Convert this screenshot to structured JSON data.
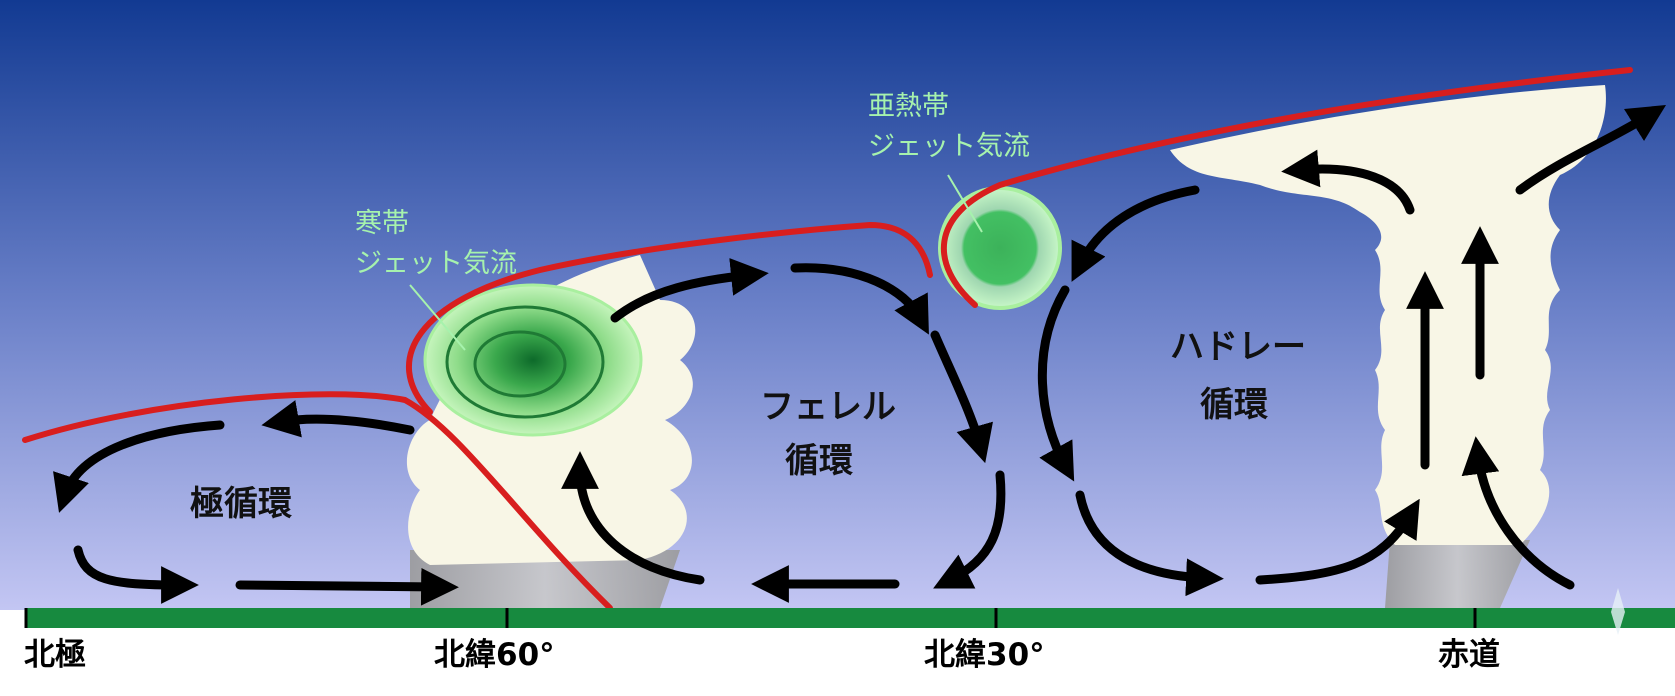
{
  "cells": {
    "polar": "極循環",
    "ferrel": [
      "フェレル",
      "循環"
    ],
    "hadley": [
      "ハドレー",
      "循環"
    ]
  },
  "jets": {
    "polar_jet": [
      "寒帯",
      "ジェット気流"
    ],
    "subtropical_jet": [
      "亜熱帯",
      "ジェット気流"
    ]
  },
  "axis": {
    "labels": [
      "北極",
      "北緯60°",
      "北緯30°",
      "赤道"
    ]
  },
  "colors": {
    "sky_top": "#123a92",
    "sky_bottom": "#c3c6f3",
    "ground": "#178a3f",
    "front": "#d81e1e",
    "jet_text": "#a6f2ad"
  }
}
